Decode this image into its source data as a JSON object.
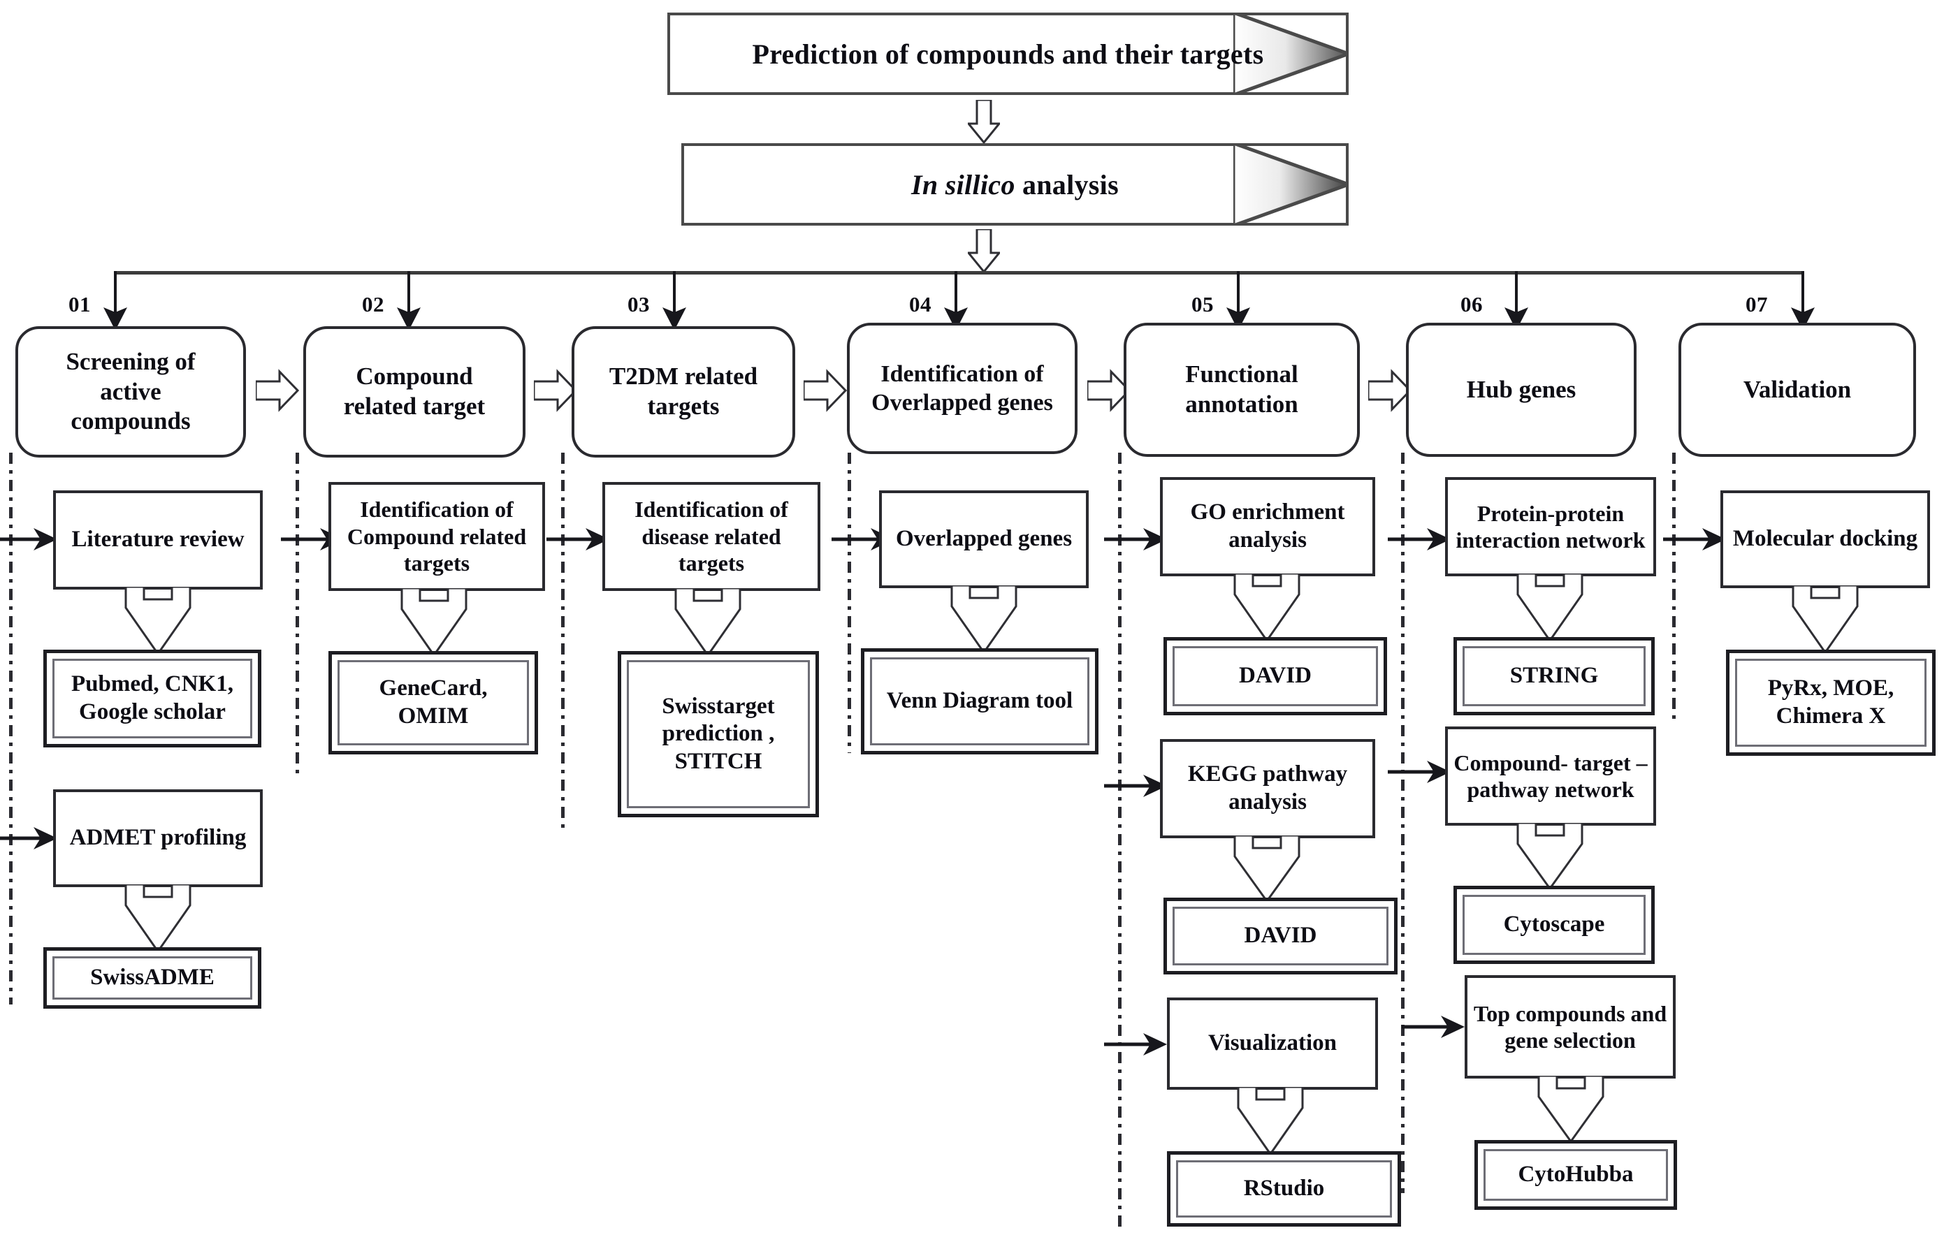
{
  "banners": [
    {
      "id": "banner-prediction",
      "text": "Prediction of compounds and their targets",
      "italic_prefix": ""
    },
    {
      "id": "banner-in-silico",
      "text_italic": "In sillico",
      "text_plain": " analysis"
    }
  ],
  "pipeline": [
    {
      "step": "01",
      "stage_label": [
        "Screening of",
        "active",
        "compounds"
      ],
      "branches": [
        {
          "process": [
            "Literature",
            "review"
          ],
          "tools": [
            "Pubmed, CNK1,",
            "Google scholar"
          ]
        },
        {
          "process": [
            "ADMET",
            "profiling"
          ],
          "tools": [
            "SwissADME"
          ]
        }
      ]
    },
    {
      "step": "02",
      "stage_label": [
        "Compound",
        "related target"
      ],
      "branches": [
        {
          "process": [
            "Identification of",
            "Compound",
            "related targets"
          ],
          "tools": [
            "GeneCard,",
            "OMIM"
          ]
        }
      ]
    },
    {
      "step": "03",
      "stage_label": [
        "T2DM related",
        "targets"
      ],
      "branches": [
        {
          "process": [
            "Identification of",
            "disease related",
            "targets"
          ],
          "tools": [
            "Swisstarget",
            "prediction ,",
            "STITCH"
          ]
        }
      ]
    },
    {
      "step": "04",
      "stage_label": [
        "Identification of",
        "Overlapped genes"
      ],
      "branches": [
        {
          "process": [
            "Overlapped",
            "genes"
          ],
          "tools": [
            "Venn",
            "Diagram tool"
          ]
        }
      ]
    },
    {
      "step": "05",
      "stage_label": [
        "Functional",
        "annotation"
      ],
      "branches": [
        {
          "process": [
            "GO enrichment",
            "analysis"
          ],
          "tools": [
            "DAVID"
          ]
        },
        {
          "process": [
            "KEGG pathway",
            "analysis"
          ],
          "tools": [
            "DAVID"
          ]
        },
        {
          "process": [
            "Visualization"
          ],
          "tools": [
            "RStudio"
          ]
        }
      ]
    },
    {
      "step": "06",
      "stage_label": [
        "Hub genes"
      ],
      "branches": [
        {
          "process": [
            "Protein-protein",
            "interaction",
            "network"
          ],
          "tools": [
            "STRING"
          ]
        },
        {
          "process": [
            "Compound-",
            "target –pathway",
            "network"
          ],
          "tools": [
            "Cytoscape"
          ]
        },
        {
          "process": [
            "Top compounds",
            "and gene",
            "selection"
          ],
          "tools": [
            "CytoHubba"
          ]
        }
      ]
    },
    {
      "step": "07",
      "stage_label": [
        "Validation"
      ],
      "branches": [
        {
          "process": [
            "Molecular",
            "docking"
          ],
          "tools": [
            "PyRx, MOE,",
            "Chimera X"
          ]
        }
      ]
    }
  ],
  "colors": {
    "text": "#0d0d14",
    "box_border": "#2a2a2f",
    "tool_outer_border": "#1d1d22",
    "tool_inner_border": "#6e6e76",
    "separator": "#2b2b31",
    "banner_border": "#4a4a4a",
    "background": "#ffffff"
  },
  "icons": {
    "down_chevron": "down-chevron-icon",
    "right_chevron": "right-chevron-icon",
    "feed_arrow": "feed-arrow-icon",
    "drop_arrow": "drop-arrow-icon",
    "banner_tip": "banner-arrow-tip-icon"
  }
}
